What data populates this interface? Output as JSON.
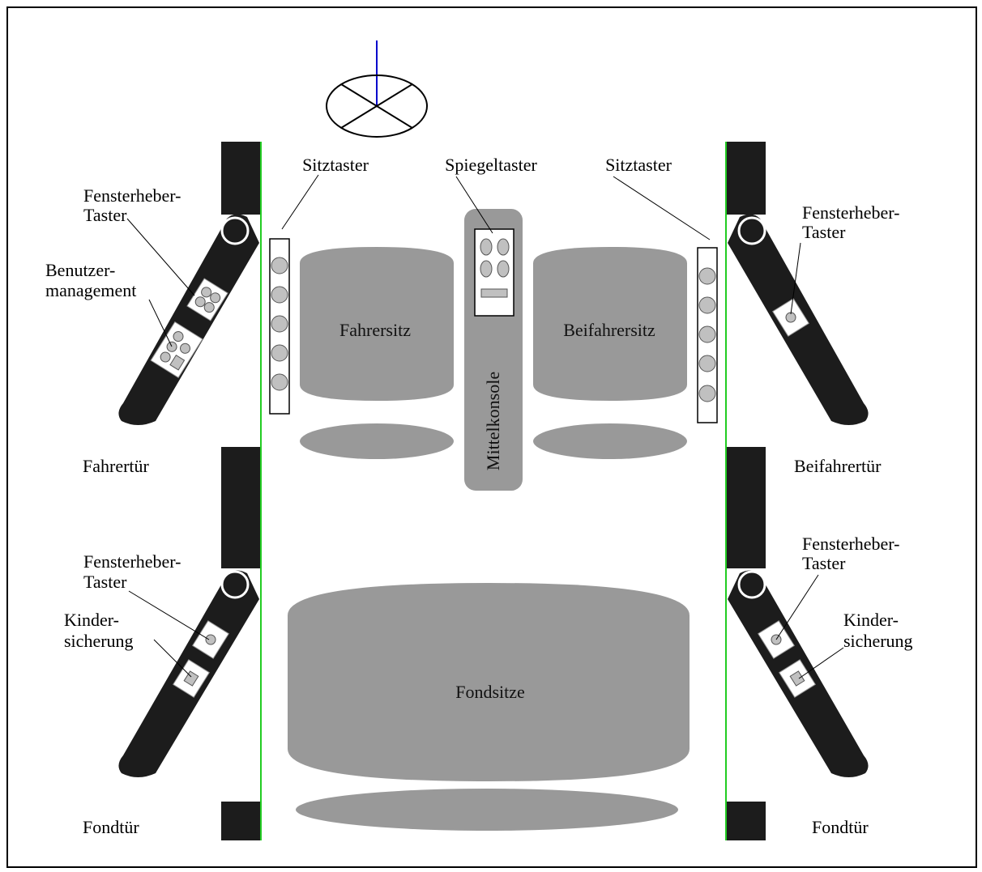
{
  "labels": {
    "sitztaster_left": "Sitztaster",
    "spiegeltaster": "Spiegeltaster",
    "sitztaster_right": "Sitztaster",
    "fensterheber_fl_1": "Fensterheber-",
    "fensterheber_fl_2": "Taster",
    "benutzer_1": "Benutzer-",
    "benutzer_2": "management",
    "fahrertuer": "Fahrertür",
    "fensterheber_rl_1": "Fensterheber-",
    "fensterheber_rl_2": "Taster",
    "kinder_rl_1": "Kinder-",
    "kinder_rl_2": "sicherung",
    "fondtuer_left": "Fondtür",
    "fensterheber_fr_1": "Fensterheber-",
    "fensterheber_fr_2": "Taster",
    "beifahrertuer": "Beifahrertür",
    "fensterheber_rr_1": "Fensterheber-",
    "fensterheber_rr_2": "Taster",
    "kinder_rr_1": "Kinder-",
    "kinder_rr_2": "sicherung",
    "fondtuer_right": "Fondtür"
  },
  "seats": {
    "fahrersitz": "Fahrersitz",
    "beifahrersitz": "Beifahrersitz",
    "mittelkonsole": "Mittelkonsole",
    "fondsitze": "Fondsitze"
  },
  "colors": {
    "door": "#1c1c1c",
    "seat": "#999999",
    "seam": "#22cc22",
    "steering_axis": "#0000cc",
    "button": "#c0c0c0"
  }
}
